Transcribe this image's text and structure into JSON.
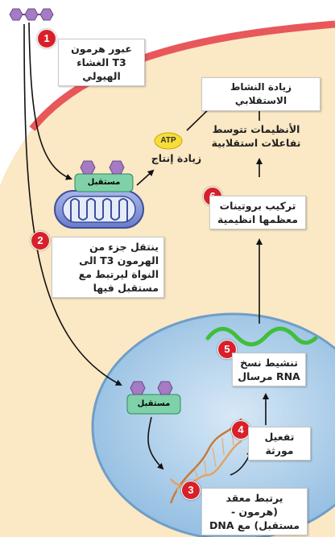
{
  "steps": [
    {
      "number": "1",
      "text": "عبور هرمون T3 الغشاء الهيولي"
    },
    {
      "number": "2",
      "text": "ينتقل جزء من الهرمون T3 الى النواة ليرتبط مع مستقبل فيها"
    },
    {
      "number": "3",
      "text": "يرتبط معقد (هرمون - مستقبل) مع DNA"
    },
    {
      "number": "4",
      "text": "تفعيل مورثة"
    },
    {
      "number": "5",
      "text": "تنشيط نسخ RNA مرسال"
    },
    {
      "number": "6",
      "text": "تركيب بروتينات معظمها انظيمية"
    }
  ],
  "labels": {
    "metabolism": "زيادة النشاط الاستقلابي",
    "enzymes": "الأنظيمات تتوسط تفاعلات استقلابية",
    "production": "زيادة إنتاج",
    "atp": "ATP",
    "receptor_mito": "مستقبل",
    "receptor_nucleus": "مستقبل"
  },
  "colors": {
    "cytoplasm": "#fbe8c4",
    "membrane": "#e8575a",
    "nucleus": "#a9cbe8",
    "hormone": "#a47bc4",
    "receptor": "#7ed1a8",
    "mitochondria": "#7d8fd1",
    "mrna": "#3fbf3a",
    "step_badge": "#d8202a",
    "dna": "#c77a33"
  }
}
